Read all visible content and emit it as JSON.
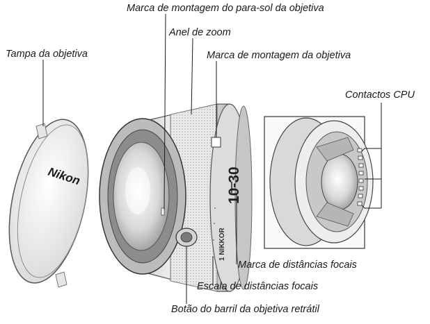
{
  "labels": {
    "hood_mount_mark": "Marca de montagem do para-sol da objetiva",
    "zoom_ring": "Anel de zoom",
    "lens_mount_mark": "Marca de montagem da objetiva",
    "lens_cap": "Tampa da objetiva",
    "cpu_contacts": "Contactos CPU",
    "focal_length_mark": "Marca de distâncias focais",
    "focal_length_scale": "Escala de distâncias focais",
    "retract_button": "Botão do barril da objetiva retrátil"
  },
  "printed_on_product": {
    "cap_brand": "Nikon",
    "lens_model": "10-30",
    "lens_brand": "1 NIKKOR"
  }
}
